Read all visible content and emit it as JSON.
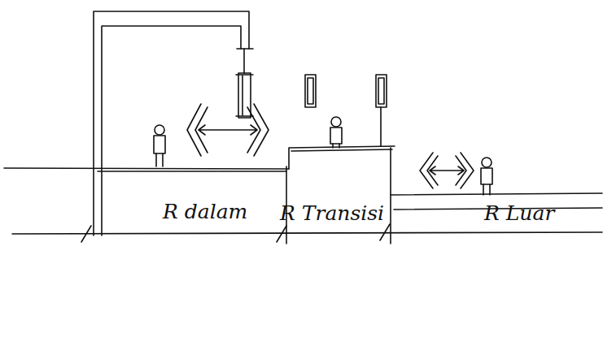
{
  "diagram": {
    "labels": [
      "R dalam",
      "R Transisi",
      "R Luar"
    ]
  }
}
